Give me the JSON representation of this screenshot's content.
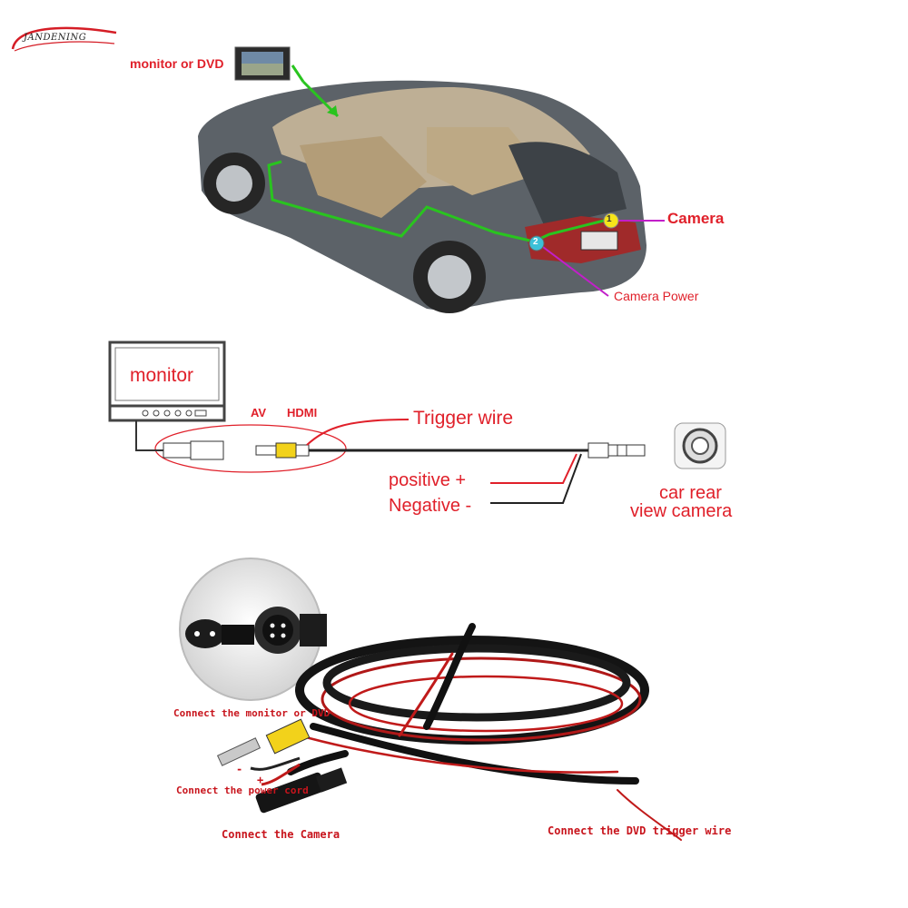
{
  "brand": {
    "logo_text": "JANDENING"
  },
  "car_diagram": {
    "monitor_label": "monitor or DVD",
    "camera_label": "Camera",
    "camera_power_label": "Camera Power",
    "marker_1": "1",
    "marker_2": "2"
  },
  "wiring_diagram": {
    "monitor_label": "monitor",
    "av_label": "AV",
    "hdmi_label": "HDMI",
    "trigger_label": "Trigger wire",
    "positive_label": "positive +",
    "negative_label": "Negative -",
    "camera_label_line1": "car rear",
    "camera_label_line2": "view camera"
  },
  "cable_photo": {
    "connect_monitor": "Connect the monitor or DVD",
    "connect_power": "Connect the power cord",
    "minus_sign": "-",
    "plus_sign": "+",
    "connect_camera": "Connect the Camera",
    "connect_trigger": "Connect the DVD trigger wire"
  },
  "colors": {
    "accent_red": "#e0202a",
    "guide_green": "#29c41f",
    "guide_magenta": "#c21fc9",
    "rca_yellow": "#f2d21b"
  }
}
